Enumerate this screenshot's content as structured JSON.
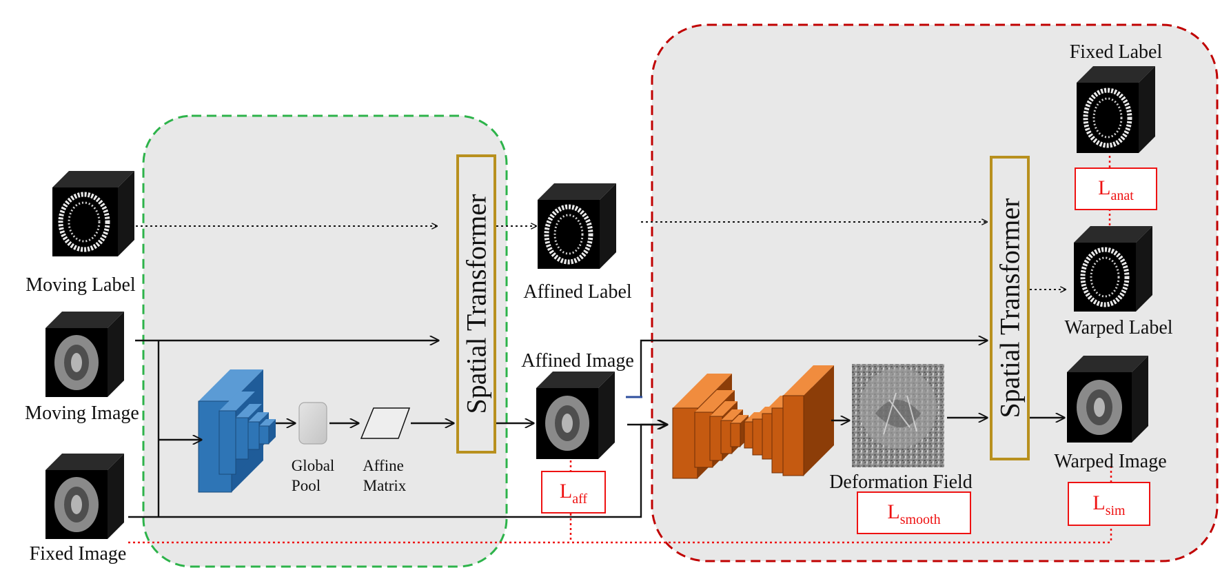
{
  "inputs": {
    "moving_label": "Moving Label",
    "moving_image": "Moving Image",
    "fixed_image": "Fixed Image"
  },
  "affine_stage": {
    "global_pool_line1": "Global",
    "global_pool_line2": "Pool",
    "affine_matrix_line1": "Affine",
    "affine_matrix_line2": "Matrix",
    "spatial_transformer": "Spatial Transformer"
  },
  "affine_outputs": {
    "affined_label": "Affined Label",
    "affined_image": "Affined Image"
  },
  "deformable_stage": {
    "deformation_field": "Deformation Field",
    "spatial_transformer": "Spatial Transformer"
  },
  "outputs": {
    "fixed_label": "Fixed Label",
    "warped_label": "Warped Label",
    "warped_image": "Warped Image"
  },
  "losses": {
    "aff": {
      "main": "L",
      "sub": "aff"
    },
    "smooth": {
      "main": "L",
      "sub": "smooth"
    },
    "sim": {
      "main": "L",
      "sub": "sim"
    },
    "anat": {
      "main": "L",
      "sub": "anat"
    }
  },
  "colors": {
    "affine_region_border": "#2db34a",
    "deformable_region_border": "#c00000",
    "region_fill": "#e8e8e8",
    "transformer_border": "#b8901e",
    "encoder_blue": "#2e75b6",
    "unet_orange": "#c55a11",
    "loss_red": "#ee1111"
  }
}
